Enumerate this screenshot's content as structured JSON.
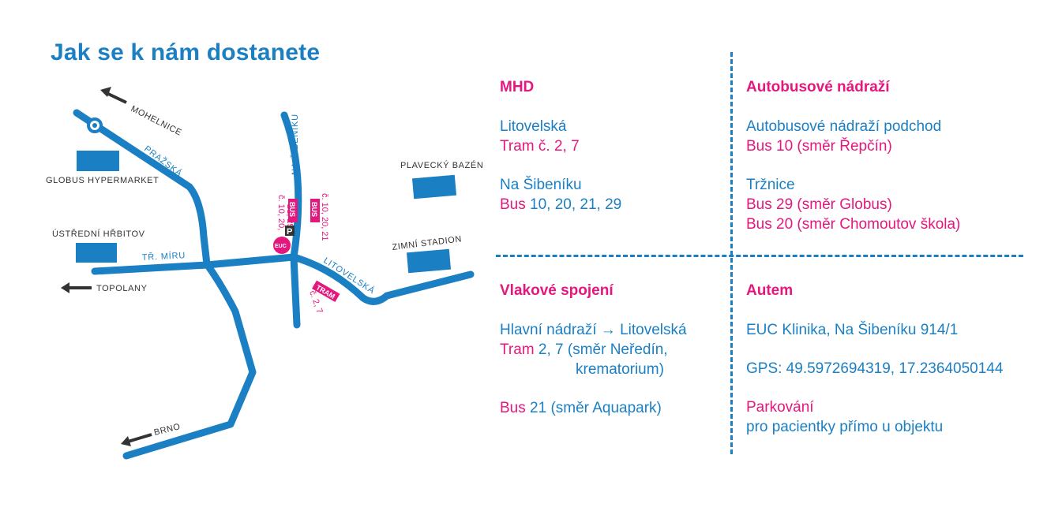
{
  "title": "Jak se k nám dostanete",
  "map": {
    "labels": {
      "mohelnice": "MOHELNICE",
      "prazska": "PRAŽSKÁ",
      "globus": "GLOBUS HYPERMARKET",
      "na_sibeniku": "NA ŠIBENÍKU",
      "plavecky": "PLAVECKÝ BAZÉN",
      "hrbitov": "ÚSTŘEDNÍ HŘBITOV",
      "tr_miru": "TŘ. MÍRU",
      "topolany": "TOPOLANY",
      "zimni": "ZIMNÍ STADION",
      "litovelska": "LITOVELSKÁ",
      "brno": "BRNO"
    },
    "stops": {
      "bus_left_tag": "BUS",
      "bus_left_line1": "č. 10, 20,",
      "bus_left_line2": "21, 29",
      "bus_right_tag": "BUS",
      "bus_right_line": "č. 10, 20, 21",
      "tram_tag": "TRAM",
      "tram_line": "č. 2, 7",
      "parking": "P",
      "euc": "EUC"
    }
  },
  "mhd": {
    "heading": "MHD",
    "stop1": "Litovelská",
    "stop1_lines": "Tram č. 2, 7",
    "stop2": "Na Šibeníku",
    "stop2_lines_prefix": "Bus",
    "stop2_lines": "10, 20, 21, 29"
  },
  "bus_station": {
    "heading": "Autobusové nádraží",
    "stop1": "Autobusové nádraží podchod",
    "stop1_lines": "Bus 10 (směr Řepčín)",
    "stop2": "Tržnice",
    "stop2_lines_a": "Bus 29 (směr Globus)",
    "stop2_lines_b": "Bus 20 (směr Chomoutov škola)"
  },
  "train": {
    "heading": "Vlakové spojení",
    "route": "Hlavní nádraží → Litovelská",
    "route_lines_prefix": "Tram",
    "route_lines": "2, 7 (směr Neředín,",
    "route_lines_cont": "krematorium)",
    "bus_prefix": "Bus",
    "bus": "21 (směr Aquapark)"
  },
  "car": {
    "heading": "Autem",
    "address": "EUC Klinika, Na Šibeníku 914/1",
    "gps": "GPS: 49.5972694319, 17.2364050144",
    "parking_heading": "Parkování",
    "parking_text": "pro pacientky přímo u objektu"
  },
  "colors": {
    "blue": "#1b7fc4",
    "pink": "#e4177f",
    "dark": "#333333"
  }
}
